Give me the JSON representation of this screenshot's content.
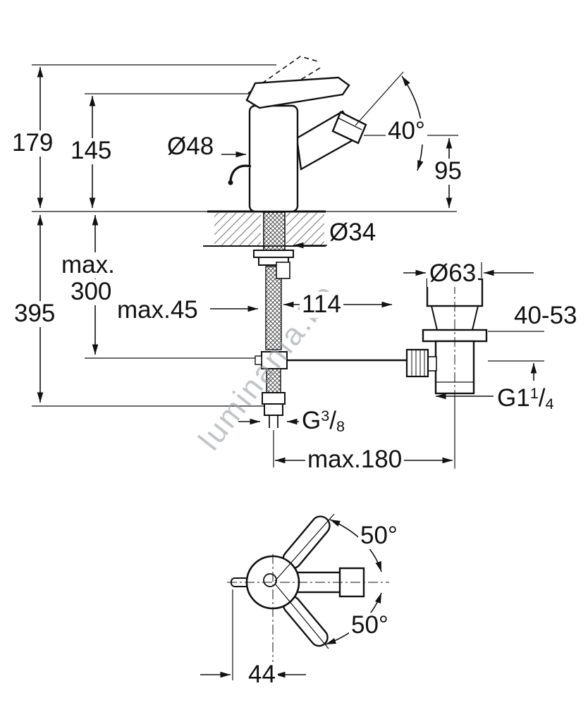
{
  "watermark": "luminania.be",
  "side_view": {
    "total_height": "179",
    "lever_height": "145",
    "body_diameter": "Ø48",
    "spout_angle": "40°",
    "spout_height": "95",
    "hole_diameter": "Ø34",
    "max_thickness_label": "max.",
    "max_thickness_value": "300",
    "overall_depth": "395",
    "max_45": "max.45",
    "center_distance": "114"
  },
  "drain": {
    "flange_diameter": "Ø63",
    "clamp_range": "40-53",
    "thread": {
      "base": "G1",
      "sup": "1",
      "sep": "/",
      "sub": "4"
    }
  },
  "supply": {
    "thread": {
      "base": "G",
      "sup": "3",
      "sep": "/",
      "sub": "8"
    },
    "max_distance": "max.180"
  },
  "top_view": {
    "swivel_upper": "50°",
    "swivel_lower": "50°",
    "rod_offset": "44"
  }
}
